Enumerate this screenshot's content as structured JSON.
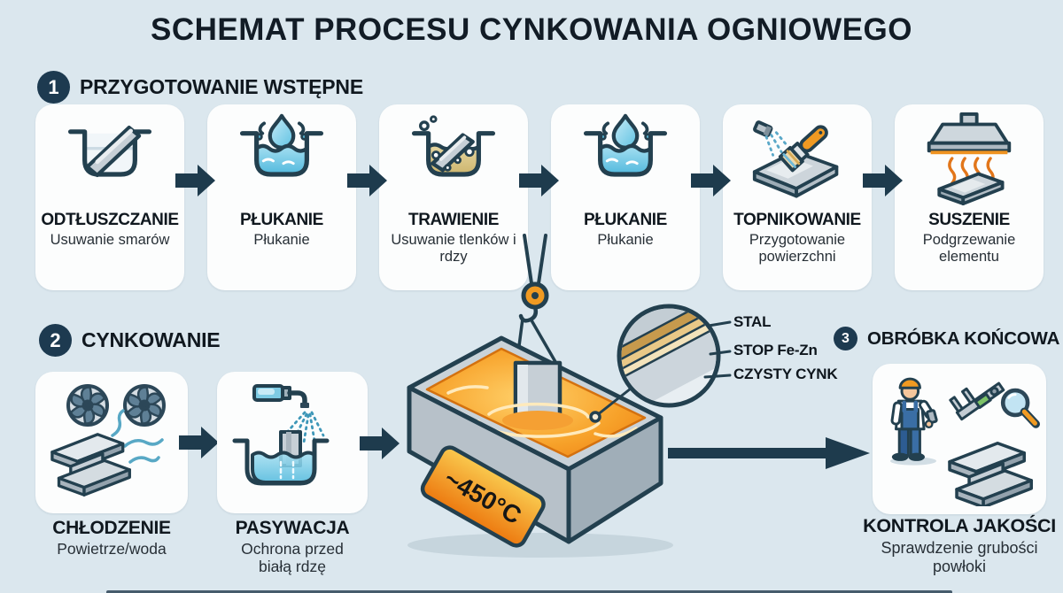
{
  "title": "SCHEMAT PROCESU CYNKOWANIA OGNIOWEGO",
  "sections": [
    {
      "number": "1",
      "label": "PRZYGOTOWANIE WSTĘPNE"
    },
    {
      "number": "2",
      "label": "CYNKOWANIE"
    },
    {
      "number": "3",
      "label": "OBRÓBKA KOŃCOWA"
    }
  ],
  "stage1_steps": [
    {
      "title": "ODTŁUSZCZANIE",
      "subtitle": "Usuwanie smarów",
      "icon": "degreasing-bath-icon"
    },
    {
      "title": "PŁUKANIE",
      "subtitle": "Płukanie",
      "icon": "rinse-bath-icon"
    },
    {
      "title": "TRAWIENIE",
      "subtitle": "Usuwanie tlenków i rdzy",
      "icon": "pickling-bath-icon"
    },
    {
      "title": "PŁUKANIE",
      "subtitle": "Płukanie",
      "icon": "rinse-bath-icon"
    },
    {
      "title": "TOPNIKOWANIE",
      "subtitle": "Przygotowanie powierzchni",
      "icon": "fluxing-brush-icon"
    },
    {
      "title": "SUSZENIE",
      "subtitle": "Podgrzewanie elementu",
      "icon": "drying-hood-icon"
    }
  ],
  "stage2_steps": [
    {
      "title": "CHŁODZENIE",
      "subtitle": "Powietrze/woda",
      "icon": "cooling-fans-icon"
    },
    {
      "title": "PASYWACJA",
      "subtitle": "Ochrona przed białą rdzę",
      "icon": "passivation-spray-icon"
    }
  ],
  "bath": {
    "temperature": "~450°C"
  },
  "coating_layers": [
    "STAL",
    "STOP Fe-Zn",
    "CZYSTY CYNK"
  ],
  "stage3_steps": [
    {
      "title": "KONTROLA JAKOŚCI",
      "subtitle": "Sprawdzenie grubości powłoki",
      "icon": "quality-inspection-icon"
    }
  ],
  "colors": {
    "background": "#dbe7ee",
    "card": "#fcfdfd",
    "accent_navy": "#1e3b4d",
    "outline": "#23404f",
    "molten_orange": "#f08414",
    "water_blue": "#56bcdf",
    "acid_tan": "#d8c688",
    "tool_orange": "#f09a22"
  }
}
